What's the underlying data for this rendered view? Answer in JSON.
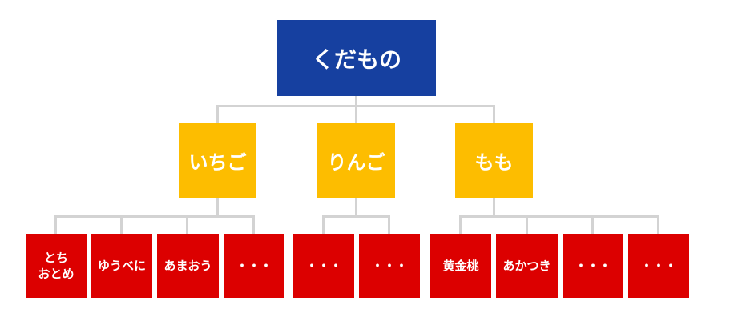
{
  "colors": {
    "root": "#1640a0",
    "category": "#fdbd00",
    "item": "#dc0000",
    "connector": "#d3d3d3",
    "text": "#ffffff"
  },
  "root": {
    "label": "くだもの"
  },
  "categories": [
    {
      "label": "いちご",
      "items": [
        "とち\nおとめ",
        "ゆうべに",
        "あまおう",
        "・・・"
      ]
    },
    {
      "label": "りんご",
      "items": [
        "・・・",
        "・・・"
      ]
    },
    {
      "label": "もも",
      "items": [
        "黄金桃",
        "あかつき",
        "・・・",
        "・・・"
      ]
    }
  ]
}
